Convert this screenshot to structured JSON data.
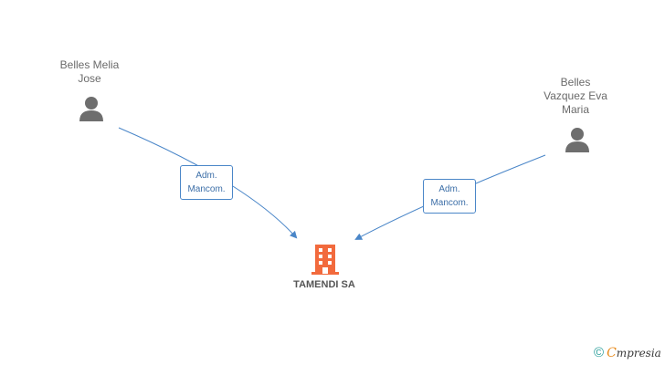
{
  "nodes": {
    "person_left": {
      "lines": [
        "Belles Melia",
        "Jose"
      ],
      "icon": "person-icon"
    },
    "person_right": {
      "lines": [
        "Belles",
        "Vazquez Eva",
        "Maria"
      ],
      "icon": "person-icon"
    },
    "company": {
      "label": "TAMENDI SA",
      "icon": "building-icon"
    }
  },
  "edges": {
    "left": {
      "role_lines": [
        "Adm.",
        "Mancom."
      ]
    },
    "right": {
      "role_lines": [
        "Adm.",
        "Mancom."
      ]
    }
  },
  "watermark": {
    "symbol": "©",
    "brand_first": "C",
    "brand_rest": "mpresia"
  },
  "colors": {
    "edge": "#4a86c8",
    "person": "#6e6e6e",
    "company": "#f26a3d",
    "label_text": "#6a6a6a"
  }
}
